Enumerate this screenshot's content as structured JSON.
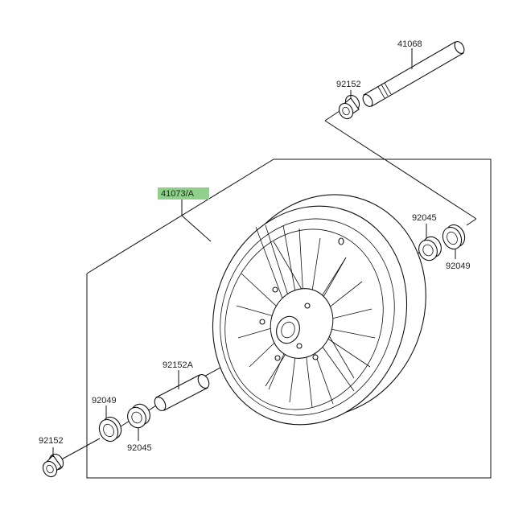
{
  "diagram": {
    "highlight_color": "#8fd18a",
    "parts": {
      "wheel_assembly": {
        "label": "41073/A",
        "icon": "wheel"
      },
      "axle": {
        "label": "41068",
        "icon": "axle"
      },
      "collar_right": {
        "label": "92152",
        "icon": "collar"
      },
      "bearing_right": {
        "label": "92045",
        "icon": "bearing"
      },
      "seal_right": {
        "label": "92049",
        "icon": "oil-seal"
      },
      "spacer": {
        "label": "92152A",
        "icon": "spacer-tube"
      },
      "seal_left": {
        "label": "92049",
        "icon": "oil-seal"
      },
      "bearing_left": {
        "label": "92045",
        "icon": "bearing"
      },
      "collar_left": {
        "label": "92152",
        "icon": "collar"
      }
    }
  }
}
